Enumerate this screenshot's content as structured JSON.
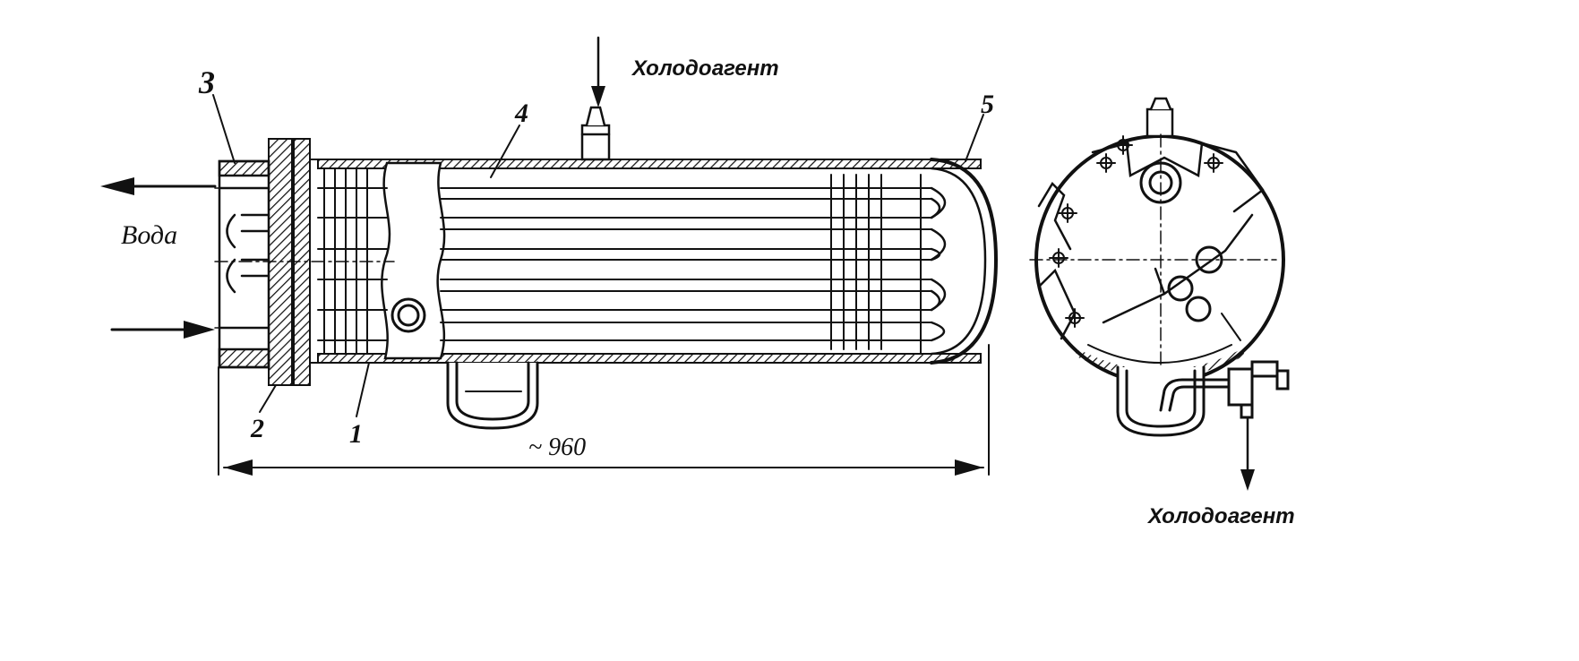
{
  "labels": {
    "refrigerant_in": "Холодоагент",
    "refrigerant_out": "Холодоагент",
    "water": "Вода",
    "dimension": "~ 960"
  },
  "part_numbers": {
    "p1": "1",
    "p2": "2",
    "p3": "3",
    "p4": "4",
    "p5": "5"
  },
  "colors": {
    "ink": "#111111",
    "paper": "#ffffff"
  }
}
